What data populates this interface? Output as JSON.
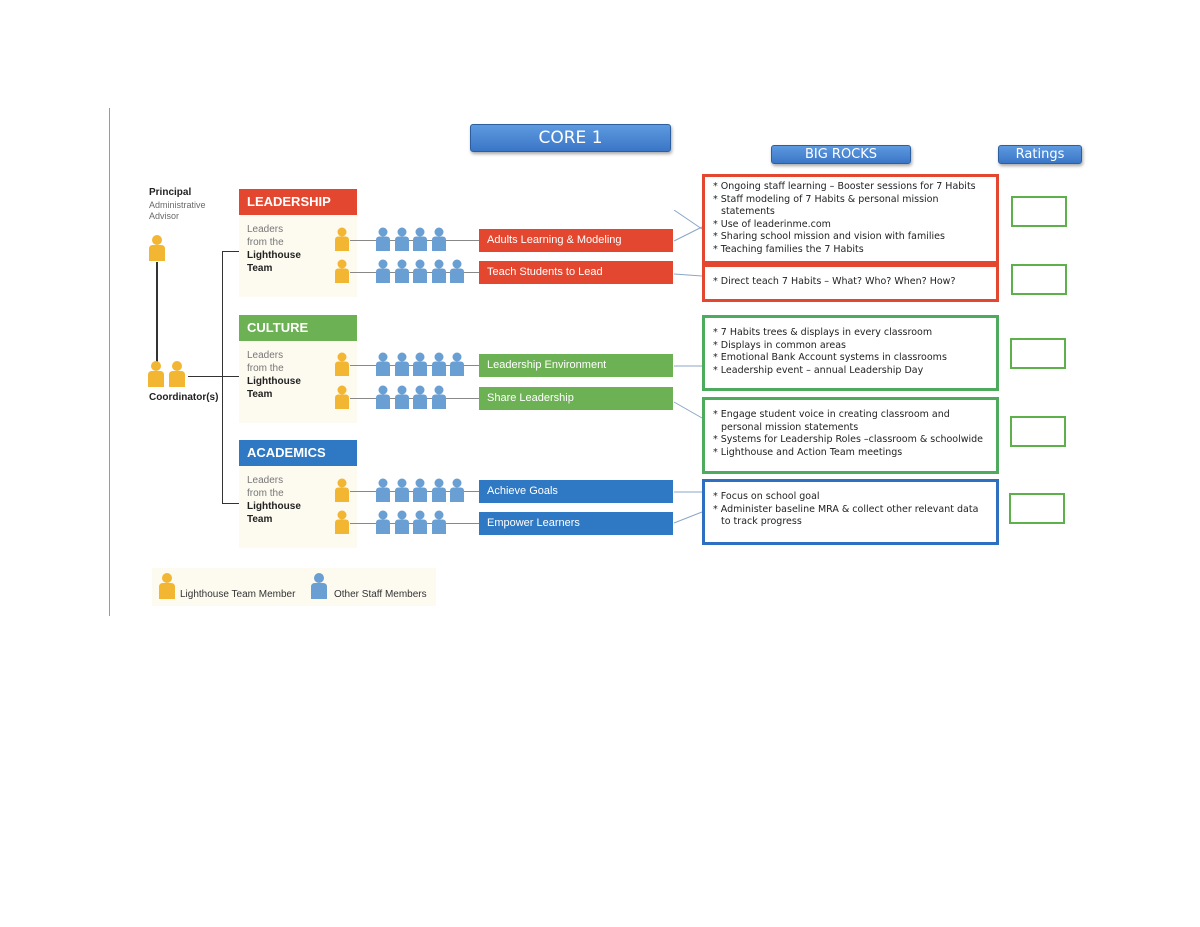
{
  "header": {
    "core_title": "CORE 1",
    "big_rocks_title": "BIG ROCKS",
    "ratings_title": "Ratings"
  },
  "org": {
    "principal": "Principal",
    "admin_line1": "Administrative",
    "admin_line2": "Advisor",
    "coordinator": "Coordinator(s)"
  },
  "categories": [
    {
      "title": "LEADERSHIP",
      "color": "#e4472f",
      "leaders_line1": "Leaders",
      "leaders_line2": "from the",
      "leaders_line3": "Lighthouse",
      "leaders_line4": "Team",
      "activities": [
        {
          "label": "Adults Learning & Modeling",
          "blue_people": 4
        },
        {
          "label": "Teach Students to Lead",
          "blue_people": 5
        }
      ]
    },
    {
      "title": "CULTURE",
      "color": "#6cb153",
      "leaders_line1": "Leaders",
      "leaders_line2": "from the",
      "leaders_line3": "Lighthouse",
      "leaders_line4": "Team",
      "activities": [
        {
          "label": "Leadership Environment",
          "blue_people": 5
        },
        {
          "label": "Share Leadership",
          "blue_people": 4
        }
      ]
    },
    {
      "title": "ACADEMICS",
      "color": "#2e78c4",
      "leaders_line1": "Leaders",
      "leaders_line2": "from the",
      "leaders_line3": "Lighthouse",
      "leaders_line4": "Team",
      "activities": [
        {
          "label": "Achieve Goals",
          "blue_people": 5
        },
        {
          "label": "Empower Learners",
          "blue_people": 4
        }
      ]
    }
  ],
  "big_rocks": [
    {
      "color": "#e4472f",
      "items": [
        "Ongoing staff learning – Booster sessions for 7 Habits",
        "Staff modeling of 7 Habits & personal mission statements",
        "Use of leaderinme.com",
        "Sharing school mission and vision with families",
        "Teaching families the 7 Habits"
      ]
    },
    {
      "color": "#e4472f",
      "items": [
        "Direct teach 7 Habits  – What? Who? When? How?"
      ]
    },
    {
      "color": "#4eaa5d",
      "items": [
        "7 Habits trees & displays in every classroom",
        "Displays in common areas",
        "Emotional Bank Account systems in classrooms",
        "Leadership event – annual Leadership Day"
      ]
    },
    {
      "color": "#4eaa5d",
      "items": [
        "Engage student voice in creating classroom and personal mission statements",
        "Systems for Leadership Roles –classroom & schoolwide",
        "Lighthouse and Action Team meetings"
      ]
    },
    {
      "color": "#2e6fbf",
      "items": [
        "Focus on school goal",
        "Administer baseline MRA & collect other relevant data to track progress"
      ]
    }
  ],
  "legend": {
    "lighthouse_label": "Lighthouse Team Member",
    "staff_label": "Other Staff Members",
    "lighthouse_color": "#f2b632",
    "staff_color": "#6a9fd3"
  }
}
